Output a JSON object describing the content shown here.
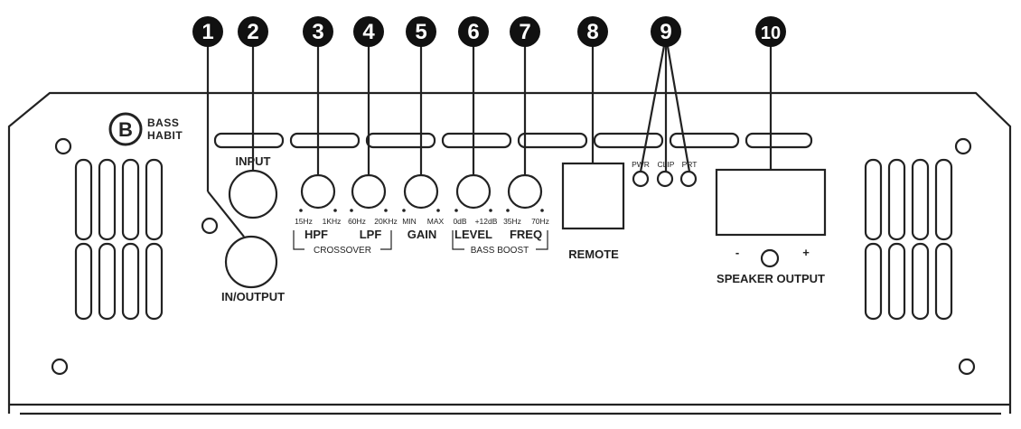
{
  "brand": {
    "logo_letter": "B",
    "line1": "BASS",
    "line2": "HABIT"
  },
  "callouts": [
    "1",
    "2",
    "3",
    "4",
    "5",
    "6",
    "7",
    "8",
    "9",
    "10"
  ],
  "labels": {
    "input": "INPUT",
    "in_output": "IN/OUTPUT",
    "hpf": "HPF",
    "lpf": "LPF",
    "gain": "GAIN",
    "level": "LEVEL",
    "freq": "FREQ",
    "crossover": "CROSSOVER",
    "bass_boost": "BASS BOOST",
    "remote": "REMOTE",
    "pwr": "PWR",
    "clip": "CLIP",
    "prt": "PRT",
    "speaker_output": "SPEAKER OUTPUT",
    "minus": "-",
    "plus": "+"
  },
  "knob_ranges": {
    "hpf_min": "15Hz",
    "hpf_max": "1KHz",
    "lpf_min": "60Hz",
    "lpf_max": "20KHz",
    "gain_min": "MIN",
    "gain_max": "MAX",
    "level_min": "0dB",
    "level_max": "+12dB",
    "freq_min": "35Hz",
    "freq_max": "70Hz"
  }
}
